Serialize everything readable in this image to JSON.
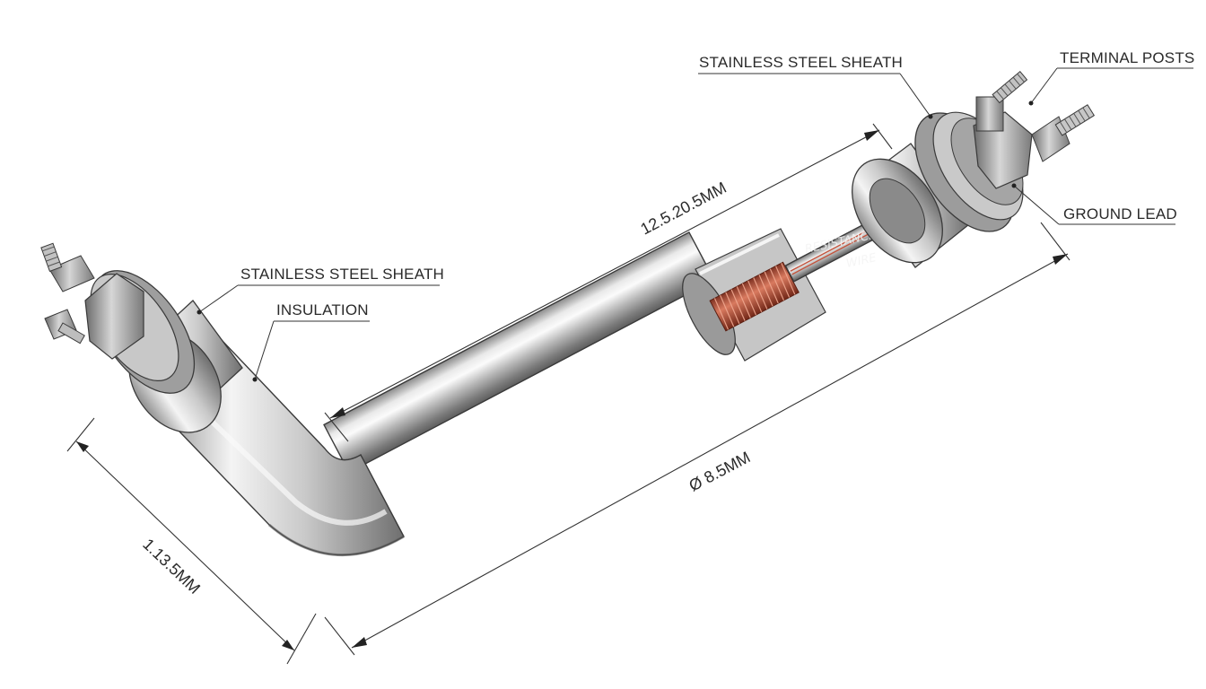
{
  "labels": {
    "sheath_right": "STAINLESS STEEL SHEATH",
    "terminal_posts": "TERMINAL POSTS",
    "ground_lead": "GROUND LEAD",
    "sheath_left": "STAINLESS STEEL SHEATH",
    "insulation": "INSULATION",
    "wire_line1": "RESISTANCE",
    "wire_line2": "WIRE"
  },
  "dimensions": {
    "heated_length": "12.5.20.5MM",
    "diameter": "Ø 8.5MM",
    "bend_leg": "1.13.5MM"
  },
  "colors": {
    "steel_light": "#f2f2f2",
    "steel_mid": "#bdbdbd",
    "steel_dark": "#6e6e6e",
    "coil": "#b5533c",
    "line": "#333333"
  }
}
